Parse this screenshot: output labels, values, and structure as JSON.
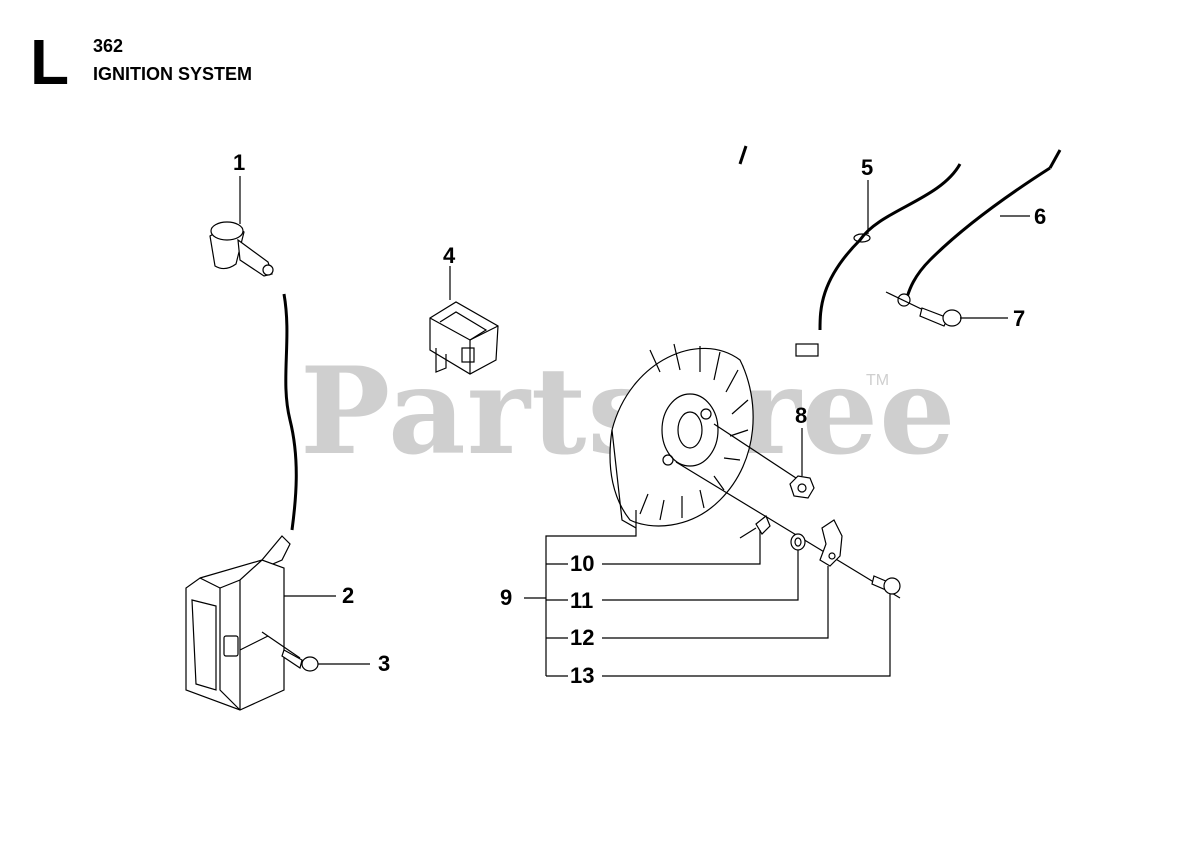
{
  "header": {
    "section_letter": "L",
    "model": "362",
    "title": "IGNITION SYSTEM"
  },
  "watermark": {
    "text": "PartsTree",
    "tm": "TM"
  },
  "callouts": {
    "c1": "1",
    "c2": "2",
    "c3": "3",
    "c4": "4",
    "c5": "5",
    "c6": "6",
    "c7": "7",
    "c8": "8",
    "c9": "9",
    "c10": "10",
    "c11": "11",
    "c12": "12",
    "c13": "13"
  },
  "colors": {
    "line": "#000000",
    "watermark": "#cfcfcf",
    "background": "#ffffff"
  }
}
